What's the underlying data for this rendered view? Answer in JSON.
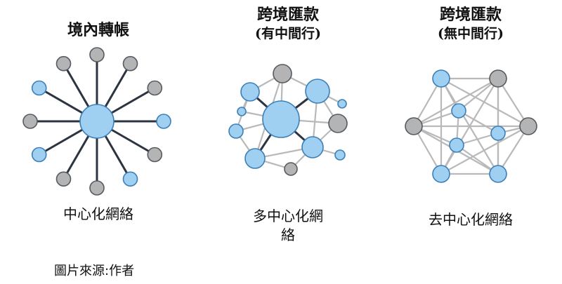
{
  "diagrams": [
    {
      "title": "境內轉帳",
      "subtitle": "",
      "caption": "中心化網絡"
    },
    {
      "title": "跨境匯款",
      "subtitle": "(有中間行)",
      "caption": "多中心化網絡"
    },
    {
      "title": "跨境匯款",
      "subtitle": "(無中間行)",
      "caption": "去中心化網絡"
    }
  ],
  "source": "圖片來源:作者",
  "colors": {
    "node_blue": "#9fd0f2",
    "node_grey": "#b4b4b4",
    "edge_light": "#b9b9b9",
    "edge_dark": "#2b3440"
  }
}
